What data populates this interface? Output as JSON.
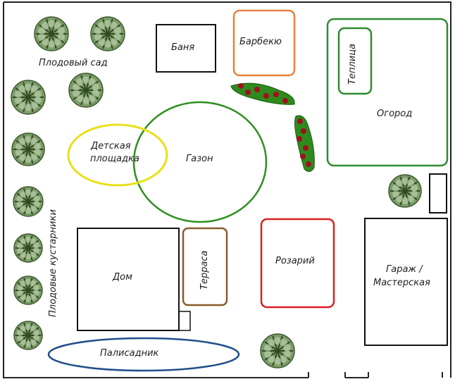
{
  "labels": {
    "orchard": "Плодовый сад",
    "banya": "Баня",
    "bbq": "Барбекю",
    "greenhouse": "Теплица",
    "garden": "Огород",
    "playground_1": "Детская",
    "playground_2": "площадка",
    "lawn": "Газон",
    "shrubs": "Плодовые кустарники",
    "house": "Дом",
    "terrace": "Терраса",
    "rosary": "Розарий",
    "garage_1": "Гараж /",
    "garage_2": "Мастерская",
    "front_garden": "Палисадник"
  },
  "colors": {
    "plot_border": "#222222",
    "building_stroke": "#111111",
    "bbq_stroke": "#e8823c",
    "garden_stroke": "#2e8b2e",
    "playground_stroke": "#e8e01a",
    "lawn_stroke": "#2f8f1f",
    "terrace_stroke": "#8a5a2b",
    "rosary_stroke": "#d62020",
    "front_garden_stroke": "#1f4f8a",
    "tree_fill": "#6b8f5a",
    "berry_bush": "#2f8a1e",
    "berry": "#a01020"
  },
  "icons": [
    "tree-icon",
    "berry-bush-icon"
  ]
}
